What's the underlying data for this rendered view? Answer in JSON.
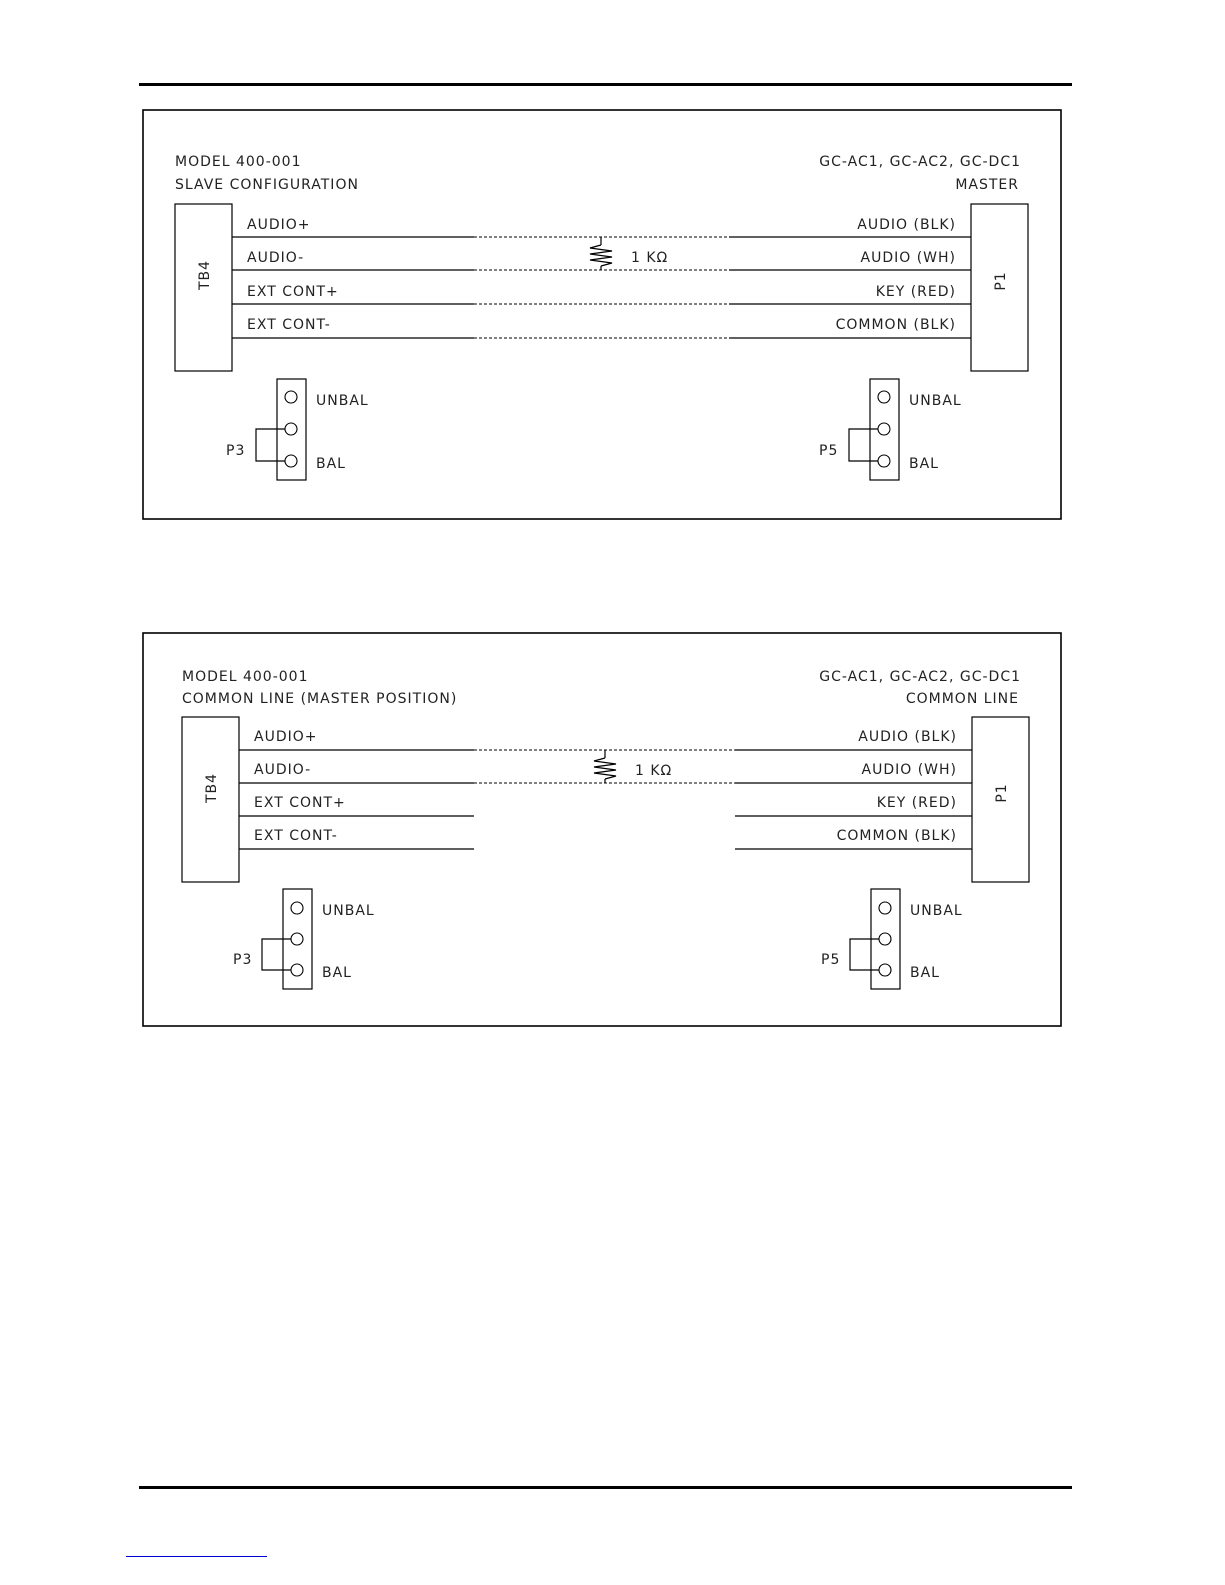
{
  "diagrams": [
    {
      "left_model": "MODEL 400-001",
      "left_config": "SLAVE CONFIGURATION",
      "right_model": "GC-AC1, GC-AC2, GC-DC1",
      "right_config": "MASTER",
      "left_terminal": "TB4",
      "right_terminal": "P1",
      "resistor_label": "1 KΩ",
      "left_wires": [
        "AUDIO+",
        "AUDIO-",
        "EXT CONT+",
        "EXT CONT-"
      ],
      "right_wires": [
        "AUDIO (BLK)",
        "AUDIO (WH)",
        "KEY (RED)",
        "COMMON (BLK)"
      ],
      "left_jumper": {
        "name": "P3",
        "top": "UNBAL",
        "bottom": "BAL"
      },
      "right_jumper": {
        "name": "P5",
        "top": "UNBAL",
        "bottom": "BAL"
      }
    },
    {
      "left_model": "MODEL 400-001",
      "left_config": "COMMON LINE (MASTER POSITION)",
      "right_model": "GC-AC1, GC-AC2, GC-DC1",
      "right_config": "COMMON LINE",
      "left_terminal": "TB4",
      "right_terminal": "P1",
      "resistor_label": "1 KΩ",
      "left_wires": [
        "AUDIO+",
        "AUDIO-",
        "EXT CONT+",
        "EXT CONT-"
      ],
      "right_wires": [
        "AUDIO (BLK)",
        "AUDIO (WH)",
        "KEY (RED)",
        "COMMON (BLK)"
      ],
      "left_jumper": {
        "name": "P3",
        "top": "UNBAL",
        "bottom": "BAL"
      },
      "right_jumper": {
        "name": "P5",
        "top": "UNBAL",
        "bottom": "BAL"
      }
    }
  ]
}
